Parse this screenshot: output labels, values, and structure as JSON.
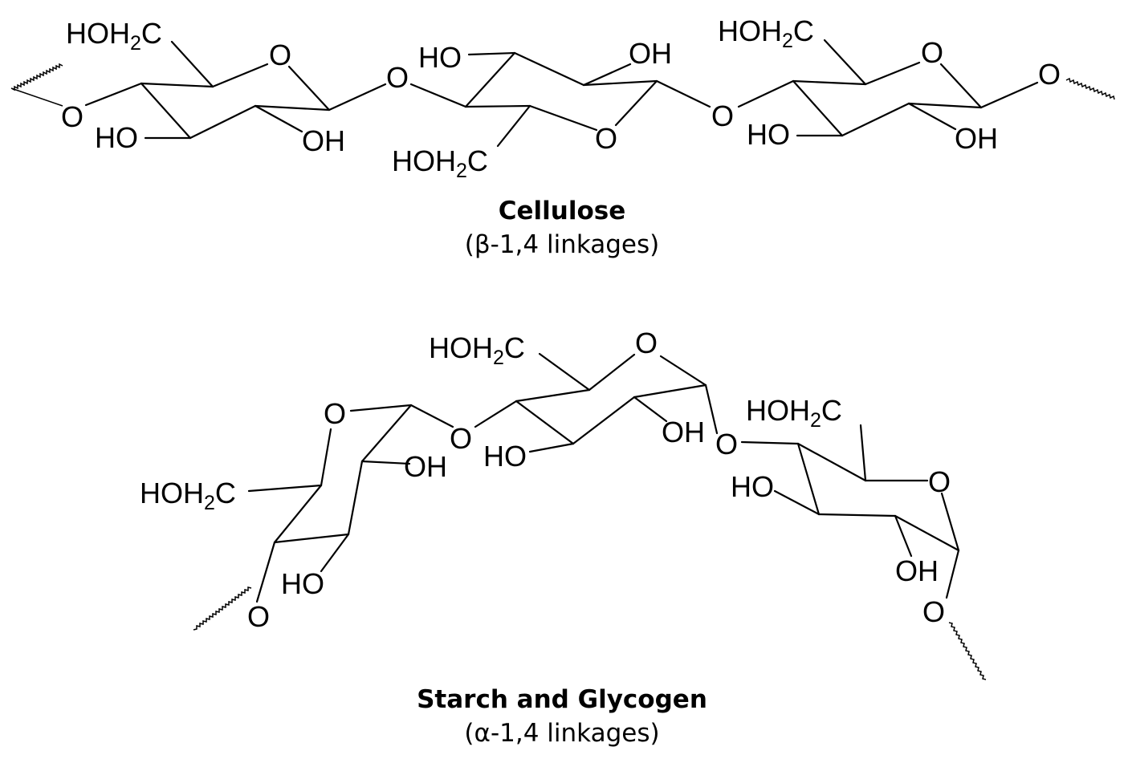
{
  "cellulose": {
    "title": "Cellulose",
    "subtitle": "(β-1,4 linkages)"
  },
  "starch": {
    "title": "Starch and Glycogen",
    "subtitle": "(α-1,4 linkages)"
  },
  "labels": {
    "ring_oxygen": "O",
    "bridge_oxygen": "O",
    "hydroxyl": "OH",
    "hydroxyl_left": "HO",
    "hydroxymethyl_prefix": "HOH",
    "hydroxymethyl_sub": "2",
    "hydroxymethyl_suffix": "C"
  }
}
